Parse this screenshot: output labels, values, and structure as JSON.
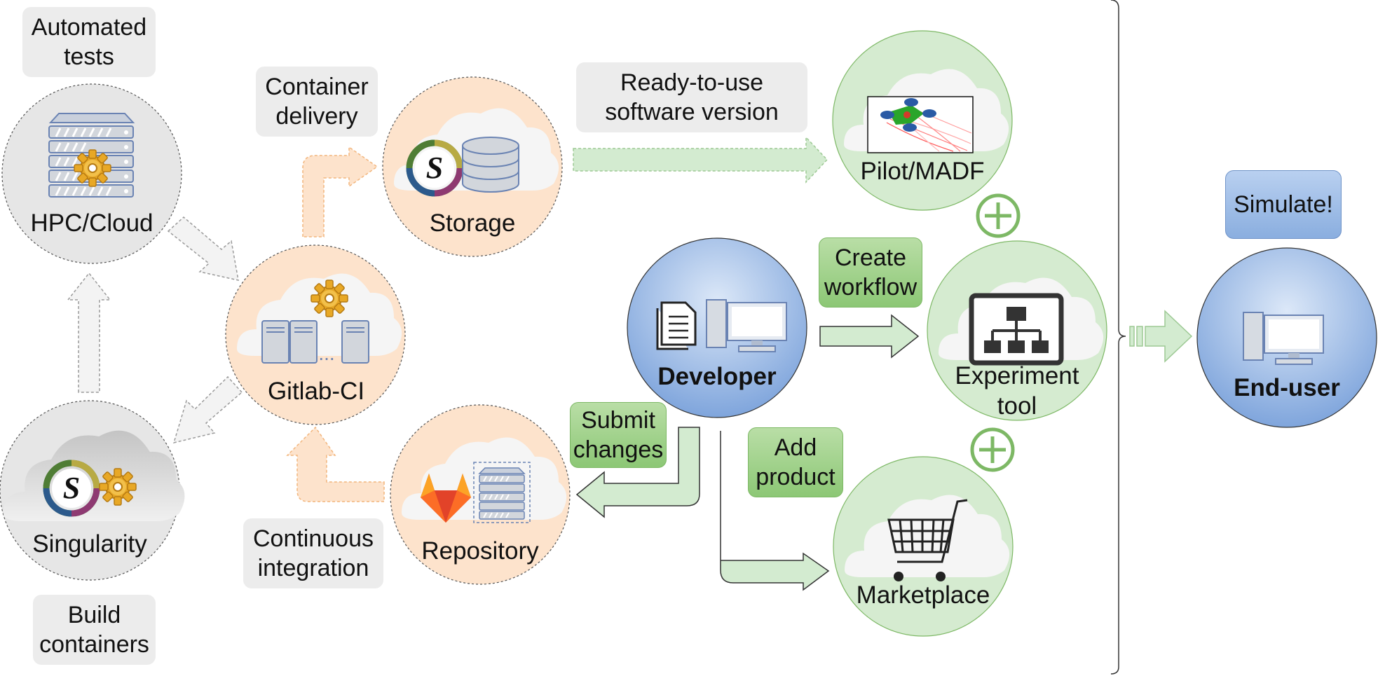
{
  "nodes": {
    "hpc": {
      "label": "HPC/Cloud"
    },
    "singularity": {
      "label": "Singularity"
    },
    "gitlab": {
      "label": "Gitlab-CI"
    },
    "storage": {
      "label": "Storage"
    },
    "repository": {
      "label": "Repository"
    },
    "developer": {
      "label": "Developer"
    },
    "pilot": {
      "label": "Pilot/MADF"
    },
    "experiment": {
      "label_line1": "Experiment",
      "label_line2": "tool"
    },
    "marketplace": {
      "label": "Marketplace"
    },
    "enduser": {
      "label": "End-user"
    }
  },
  "notes": {
    "automated_tests": [
      "Automated",
      "tests"
    ],
    "build_containers": [
      "Build",
      "containers"
    ],
    "container_delivery": [
      "Container",
      "delivery"
    ],
    "continuous_integration": [
      "Continuous",
      "integration"
    ],
    "ready_to_use": [
      "Ready-to-use",
      "software version"
    ],
    "submit_changes": [
      "Submit",
      "changes"
    ],
    "add_product": [
      "Add",
      "product"
    ],
    "create_workflow": [
      "Create",
      "workflow"
    ],
    "simulate": [
      "Simulate!"
    ]
  },
  "icons": {
    "gitlab_servers_ellipsis": "...",
    "plus": "+"
  },
  "colors": {
    "orange_circle": "#fde3cc",
    "grey_circle": "#e6e6e6",
    "green_circle": "#d5ebd0",
    "blue_circle": "#8fb0e0",
    "green_arrow": "#d3ebd0",
    "orange_arrow": "#fde3cc"
  }
}
